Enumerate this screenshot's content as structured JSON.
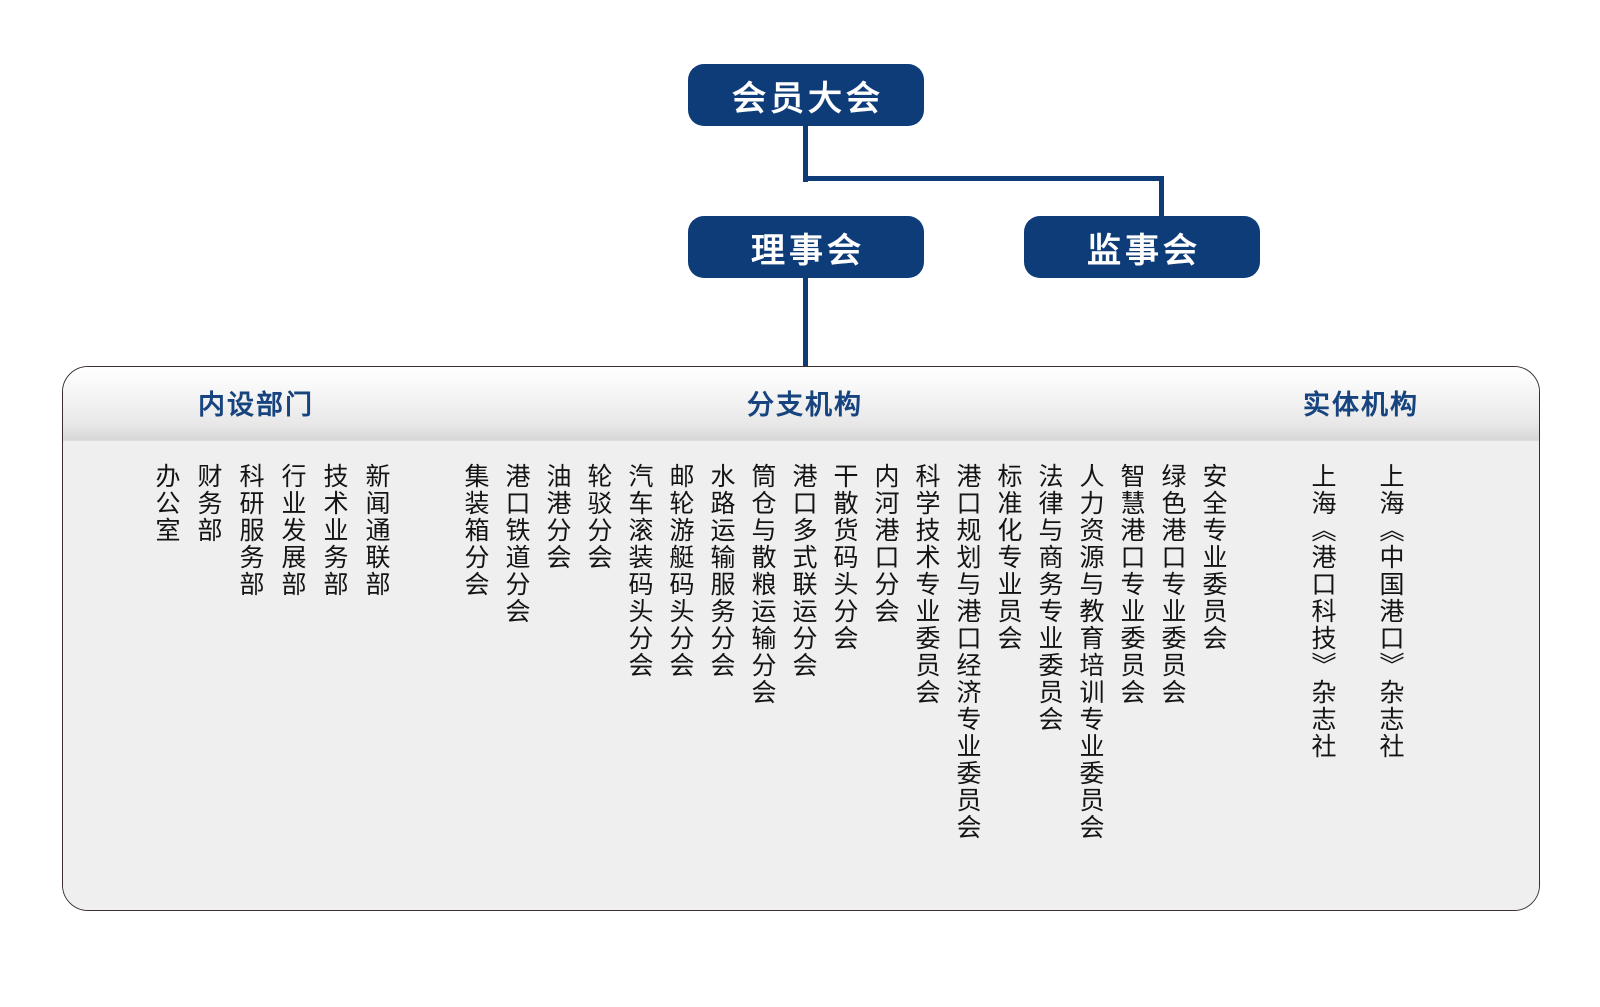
{
  "colors": {
    "node_fill": "#0d3c78",
    "node_text": "#ffffff",
    "connector": "#0d3c78",
    "panel_background": "#efefef",
    "panel_border": "#3a312e",
    "header_title": "#17447e",
    "body_text": "#141414"
  },
  "hierarchy": {
    "assembly": "会员大会",
    "council": "理事会",
    "supervisory": "监事会"
  },
  "panel": {
    "headers": {
      "internal": "内设部门",
      "branch": "分支机构",
      "entity": "实体机构"
    },
    "internal_departments": [
      "新闻通联部",
      "技术业务部",
      "行业发展部",
      "科研服务部",
      "财务部",
      "办公室"
    ],
    "branch_organizations": [
      "安全专业委员会",
      "绿色港口专业委员会",
      "智慧港口专业委员会",
      "人力资源与教育培训专业委员会",
      "法律与商务专业委员会",
      "标准化专业员会",
      "港口规划与港口经济专业委员会",
      "科学技术专业委员会",
      "内河港口分会",
      "干散货码头分会",
      "港口多式联运分会",
      "筒仓与散粮运输分会",
      "水路运输服务分会",
      "邮轮游艇码头分会",
      "汽车滚装码头分会",
      "轮驳分会",
      "油港分会",
      "港口铁道分会",
      "集装箱分会"
    ],
    "entity_organizations": [
      "上海《中国港口》杂志社",
      "上海《港口科技》杂志社"
    ]
  }
}
